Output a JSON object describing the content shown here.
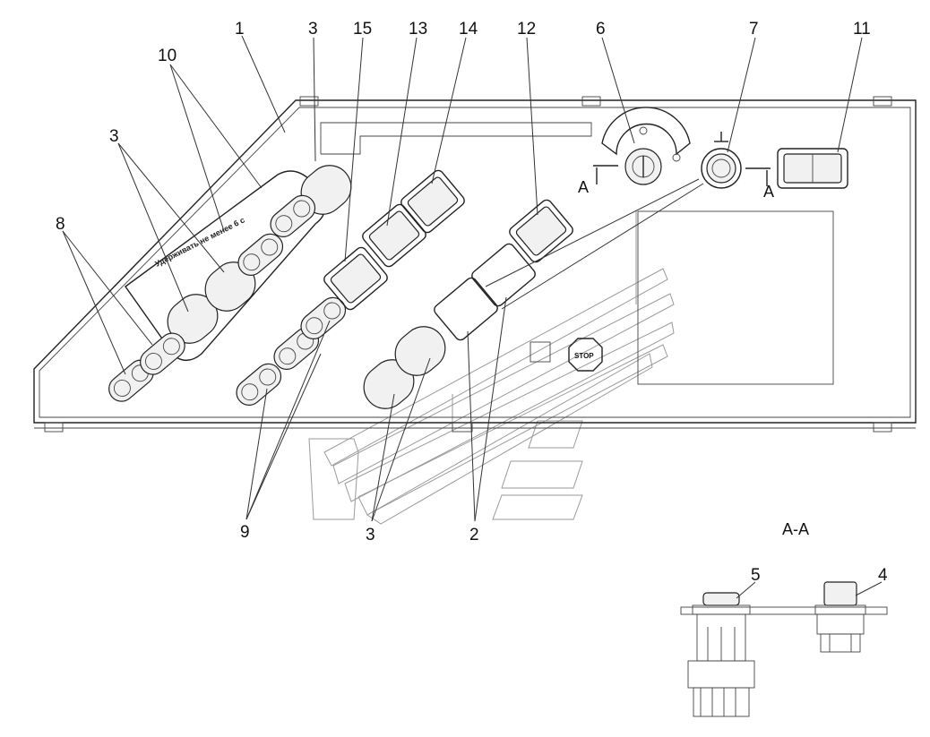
{
  "diagram": {
    "callouts": [
      "1",
      "3",
      "15",
      "13",
      "14",
      "12",
      "6",
      "7",
      "11",
      "10",
      "3",
      "8",
      "9",
      "3",
      "2"
    ],
    "section_title": "A-A",
    "section_markers": [
      "A",
      "A"
    ],
    "section_callouts": [
      "5",
      "4"
    ],
    "panel_caption": "Удерживать не менее 6 с",
    "stop_label": "STOP"
  }
}
